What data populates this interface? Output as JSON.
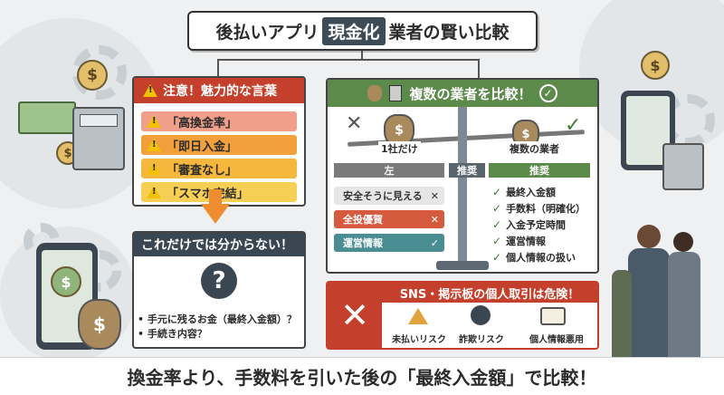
{
  "title": {
    "before": "後払いアプリ",
    "highlight": "現金化",
    "after": "業者の賢い比較"
  },
  "warning_panel": {
    "header": "注意！魅力的な言葉",
    "items": [
      {
        "text": "「高換金率」",
        "color": "#f0a08a"
      },
      {
        "text": "「即日入金」",
        "color": "#f2a03c"
      },
      {
        "text": "「審査なし」",
        "color": "#f5b73c"
      },
      {
        "text": "「スマホ完結」",
        "color": "#f7cf55"
      }
    ]
  },
  "unknown_panel": {
    "header": "これだけでは分からない！",
    "icon": "question-icon",
    "bullets": [
      "手元に残るお金（最終入金額）？",
      "手続き内容？"
    ]
  },
  "compare_panel": {
    "header": "複数の業者を比較！",
    "left_pan_label": "1社だけ",
    "right_pan_label": "複数の業者",
    "left_bar_label": "左",
    "mid_bar_label": "推奨",
    "right_bar_label": "推奨",
    "left_chips": [
      {
        "text": "安全そうに見える",
        "mark": "✕",
        "bg": "#e6e6e6",
        "fg": "#333"
      },
      {
        "text": "全投優賀",
        "mark": "✕",
        "bg": "#d65a3d",
        "fg": "#fff"
      },
      {
        "text": "運営情報",
        "mark": "✓",
        "bg": "#4a8e93",
        "fg": "#fff"
      }
    ],
    "right_checks": [
      "最終入金額",
      "手数料（明確化）",
      "入金予定時間",
      "運営情報",
      "個人情報の扱い"
    ]
  },
  "danger_panel": {
    "header": "SNS・掲示板の個人取引は危険！",
    "risks": [
      {
        "label": "未払いリスク",
        "icon": "warning-icon"
      },
      {
        "label": "詐欺リスク",
        "icon": "fraud-icon"
      },
      {
        "label": "個人情報悪用",
        "icon": "id-card-icon"
      }
    ]
  },
  "footer": "換金率より、手数料を引いた後の「最終入金額」で比較！",
  "symbols": {
    "yen": "$",
    "cross": "✕",
    "check": "✓",
    "question": "?"
  }
}
